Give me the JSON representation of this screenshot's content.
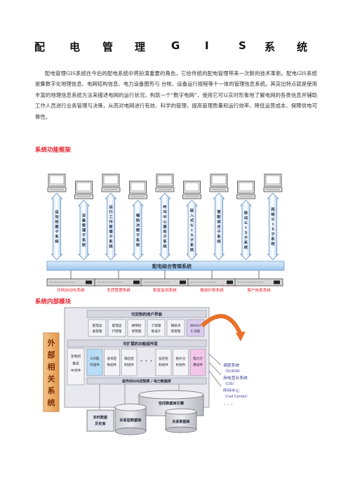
{
  "page": {
    "title_chars": [
      "配",
      "电",
      "管",
      "理",
      "G",
      "I",
      "S",
      "系",
      "统"
    ],
    "intro": "配电管理GIS系统在今后的配电系统中将扮演重要的角色，它给传统的配电管理带来一次新的技术革新。配电GIS系统是集数字化地理信息、电网结构信息、电力设备图形与 台帐、设备运行规程等十一体的管理信息系统。其突出特点就是使用丰富的地理信息系统方法来描述电网的运行状况，构筑一个“数字电网”，使用它可以实时形象地了解电网的各类信息并辅助工作人员进行业务管理与决策，从而对电网进行有效、科学的管理，提高管理质量和运行效率、降低运营成本、保障供电可靠性。",
    "section1": "系统功能框架",
    "section2": "系统内部模块"
  },
  "framework": {
    "arrows": [
      "自动绘图子系统",
      "设备管理子系统",
      "运行工作管理子系统",
      "辅助决策子系统",
      "呼叫中心服务子系统",
      "嵌入式GIS子系统",
      "营配综合子系统",
      "移动GIS子系统",
      "网络GIS子系统"
    ],
    "bar_label": "配电综合管理系统",
    "bottom_labels": [
      "环网自动化系统",
      "负荷管理系统",
      "配变监测系统",
      "载波抄表系统",
      "・・・",
      "客户信息系统"
    ]
  },
  "modules": {
    "outer_label": "外部相关系统",
    "top_header": "可定制的用户界面",
    "top_boxes": [
      "配电设备管理",
      "配电运行管理",
      "故障抢修管理",
      "工程辅助设计",
      "辅助决策管理",
      "WebGIS 浏览"
    ],
    "mid_header": "可扩展的功能组件层",
    "mid_left": "定制的集成 中间件",
    "mid_boxes": [
      "GIS 操作组件",
      "查询定制组件",
      "输出控制组件",
      "・・・",
      "监控控制组件",
      "拓扑分析组件",
      "电力计算组件"
    ],
    "db_bar": "组件的GIS控制库  /  电力数据库",
    "db_engine": "空间数据库引擎",
    "stores": [
      "实时数据 历史库",
      "关系型数据库",
      "关系数据库"
    ],
    "right_systems": [
      "调度系统",
      "（SCADA）",
      "用电营业系统",
      "（CIS）",
      "呼叫中心",
      "（Call Center）",
      "・・・"
    ]
  }
}
